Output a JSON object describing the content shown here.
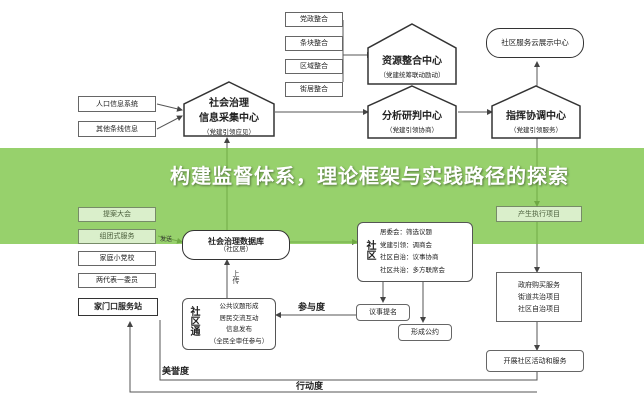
{
  "banner": {
    "title": "构建监督体系，理论框架与实践路径的探索"
  },
  "top_left_items": [
    "人口信息系统",
    "其他条线信息"
  ],
  "left_items": [
    "提案大会",
    "组团式服务",
    "家庭小党校",
    "两代表一委员",
    "家门口服务站"
  ],
  "top_mid_items": [
    "党政整合",
    "条块整合",
    "区域整合",
    "街居整合"
  ],
  "info_center": {
    "name": "社会治理\n信息采集中心",
    "sub": "（党建引领应见）"
  },
  "resource_center": {
    "name": "资源整合中心",
    "sub": "（党建统筹联动励动）"
  },
  "analysis_center": {
    "name": "分析研判中心",
    "sub": "（党建引领协商）"
  },
  "command_center": {
    "name": "指挥协调中心",
    "sub": "（党建引领服务）"
  },
  "cloud_platform": {
    "name": "社区服务云展示中心"
  },
  "database": {
    "name": "社会治理数据库",
    "sub": "（社区居）"
  },
  "shequ_label": "社区",
  "shequ_lines": [
    "居委会：筛选议题",
    "党建引领：调商会",
    "社区自治：议事协商",
    "社区共治：多方联席会"
  ],
  "tongzhi_label": "社区通",
  "tongzhi_lines": [
    "公共议题形成",
    "居民交流互动",
    "信息发布",
    "（全民全审任参与）"
  ],
  "upload_label": "上传",
  "yishi": "议事提名",
  "xinggong": "形成公约",
  "canyu": "参与度",
  "meiyu": "美誉度",
  "xingdong": "行动度",
  "right_items": [
    "产生执行项目"
  ],
  "right_list": [
    "政府购买服务",
    "街道共治项目",
    "社区自治项目"
  ],
  "bottom_right": "开展社区活动和服务",
  "arrow_label_send": "发送"
}
